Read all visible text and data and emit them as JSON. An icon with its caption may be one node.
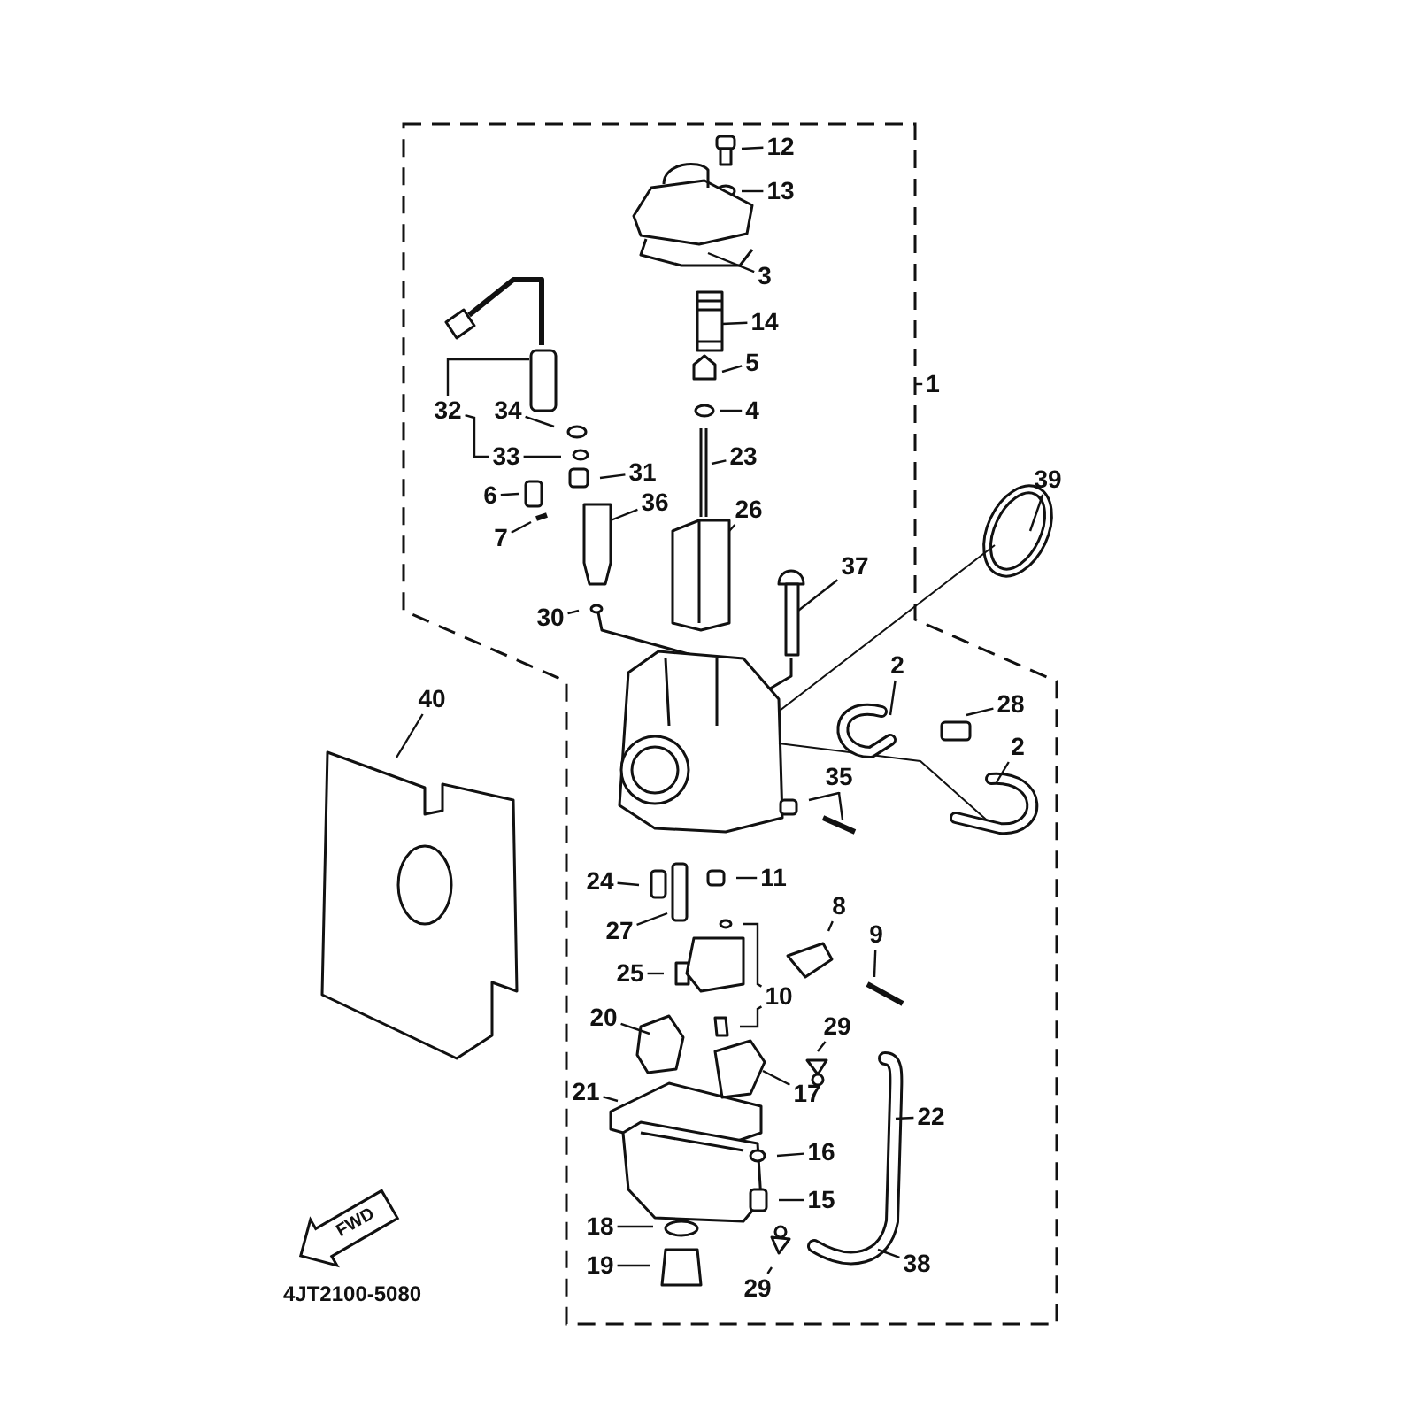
{
  "diagram": {
    "nodes": [
      {
        "text": [
          "12"
        ]
      },
      {
        "text": [
          "13"
        ]
      },
      {
        "text": [
          "3"
        ]
      },
      {
        "text": [
          "14"
        ]
      },
      {
        "text": [
          "5"
        ]
      },
      {
        "text": [
          "1"
        ]
      },
      {
        "text": [
          "4"
        ]
      },
      {
        "text": [
          "32"
        ]
      },
      {
        "text": [
          "34"
        ]
      },
      {
        "text": [
          "23"
        ]
      },
      {
        "text": [
          "33"
        ]
      },
      {
        "text": [
          "31"
        ]
      },
      {
        "text": [
          "39"
        ]
      },
      {
        "text": [
          "6"
        ]
      },
      {
        "text": [
          "36"
        ]
      },
      {
        "text": [
          "26"
        ]
      },
      {
        "text": [
          "7"
        ]
      },
      {
        "text": [
          "37"
        ]
      },
      {
        "text": [
          "30"
        ]
      },
      {
        "text": [
          "2"
        ]
      },
      {
        "text": [
          "40"
        ]
      },
      {
        "text": [
          "28"
        ]
      },
      {
        "text": [
          "2"
        ]
      },
      {
        "text": [
          "35"
        ]
      },
      {
        "text": [
          "11"
        ]
      },
      {
        "text": [
          "24"
        ]
      },
      {
        "text": [
          "8"
        ]
      },
      {
        "text": [
          "27"
        ]
      },
      {
        "text": [
          "9"
        ]
      },
      {
        "text": [
          "25"
        ]
      },
      {
        "text": [
          "10"
        ]
      },
      {
        "text": [
          "20"
        ]
      },
      {
        "text": [
          "29"
        ]
      },
      {
        "text": [
          "17"
        ]
      },
      {
        "text": [
          "21"
        ]
      },
      {
        "text": [
          "22"
        ]
      },
      {
        "text": [
          "16"
        ]
      },
      {
        "text": [
          "15"
        ]
      },
      {
        "text": [
          "18"
        ]
      },
      {
        "text": [
          "19"
        ]
      },
      {
        "text": [
          "38"
        ]
      },
      {
        "text": [
          "29"
        ]
      }
    ],
    "edges": [
      {
        "from": 0,
        "to": null,
        "arrow": "none"
      },
      {
        "from": 1,
        "to": null,
        "arrow": "none"
      },
      {
        "from": 2,
        "to": null,
        "arrow": "none"
      },
      {
        "from": 3,
        "to": null,
        "arrow": "none"
      },
      {
        "from": 4,
        "to": null,
        "arrow": "none"
      },
      {
        "from": 5,
        "to": null,
        "arrow": "none"
      },
      {
        "from": 6,
        "to": null,
        "arrow": "none"
      },
      {
        "from": 7,
        "to": null,
        "arrow": "none"
      },
      {
        "from": 7,
        "to": 10,
        "arrow": "none"
      },
      {
        "from": 8,
        "to": null,
        "arrow": "none"
      },
      {
        "from": 9,
        "to": null,
        "arrow": "none"
      },
      {
        "from": 10,
        "to": null,
        "arrow": "none"
      },
      {
        "from": 11,
        "to": null,
        "arrow": "none"
      },
      {
        "from": 12,
        "to": null,
        "arrow": "none"
      },
      {
        "from": 13,
        "to": null,
        "arrow": "none"
      },
      {
        "from": 14,
        "to": null,
        "arrow": "none"
      },
      {
        "from": 15,
        "to": null,
        "arrow": "none"
      },
      {
        "from": 16,
        "to": null,
        "arrow": "none"
      },
      {
        "from": 17,
        "to": null,
        "arrow": "none"
      },
      {
        "from": 18,
        "to": null,
        "arrow": "none"
      },
      {
        "from": 19,
        "to": null,
        "arrow": "none"
      },
      {
        "from": 20,
        "to": null,
        "arrow": "none"
      },
      {
        "from": 21,
        "to": null,
        "arrow": "none"
      },
      {
        "from": 22,
        "to": null,
        "arrow": "none"
      },
      {
        "from": 23,
        "to": null,
        "arrow": "none"
      },
      {
        "from": 23,
        "to": null,
        "arrow": "none"
      },
      {
        "from": 24,
        "to": null,
        "arrow": "none"
      },
      {
        "from": 25,
        "to": null,
        "arrow": "none"
      },
      {
        "from": 26,
        "to": null,
        "arrow": "none"
      },
      {
        "from": 27,
        "to": null,
        "arrow": "none"
      },
      {
        "from": 28,
        "to": null,
        "arrow": "none"
      },
      {
        "from": 29,
        "to": null,
        "arrow": "none"
      },
      {
        "from": 30,
        "to": null,
        "arrow": "none"
      },
      {
        "from": 30,
        "to": null,
        "arrow": "none"
      },
      {
        "from": 31,
        "to": null,
        "arrow": "none"
      },
      {
        "from": 32,
        "to": null,
        "arrow": "none"
      },
      {
        "from": 33,
        "to": null,
        "arrow": "none"
      },
      {
        "from": 34,
        "to": null,
        "arrow": "none"
      },
      {
        "from": 35,
        "to": null,
        "arrow": "none"
      },
      {
        "from": 36,
        "to": null,
        "arrow": "none"
      },
      {
        "from": 37,
        "to": null,
        "arrow": "none"
      },
      {
        "from": 38,
        "to": null,
        "arrow": "none"
      },
      {
        "from": 39,
        "to": null,
        "arrow": "none"
      },
      {
        "from": 40,
        "to": null,
        "arrow": "none"
      },
      {
        "from": 41,
        "to": null,
        "arrow": "none"
      }
    ],
    "labels": [
      "FWD",
      "4JT2100-5080"
    ]
  }
}
